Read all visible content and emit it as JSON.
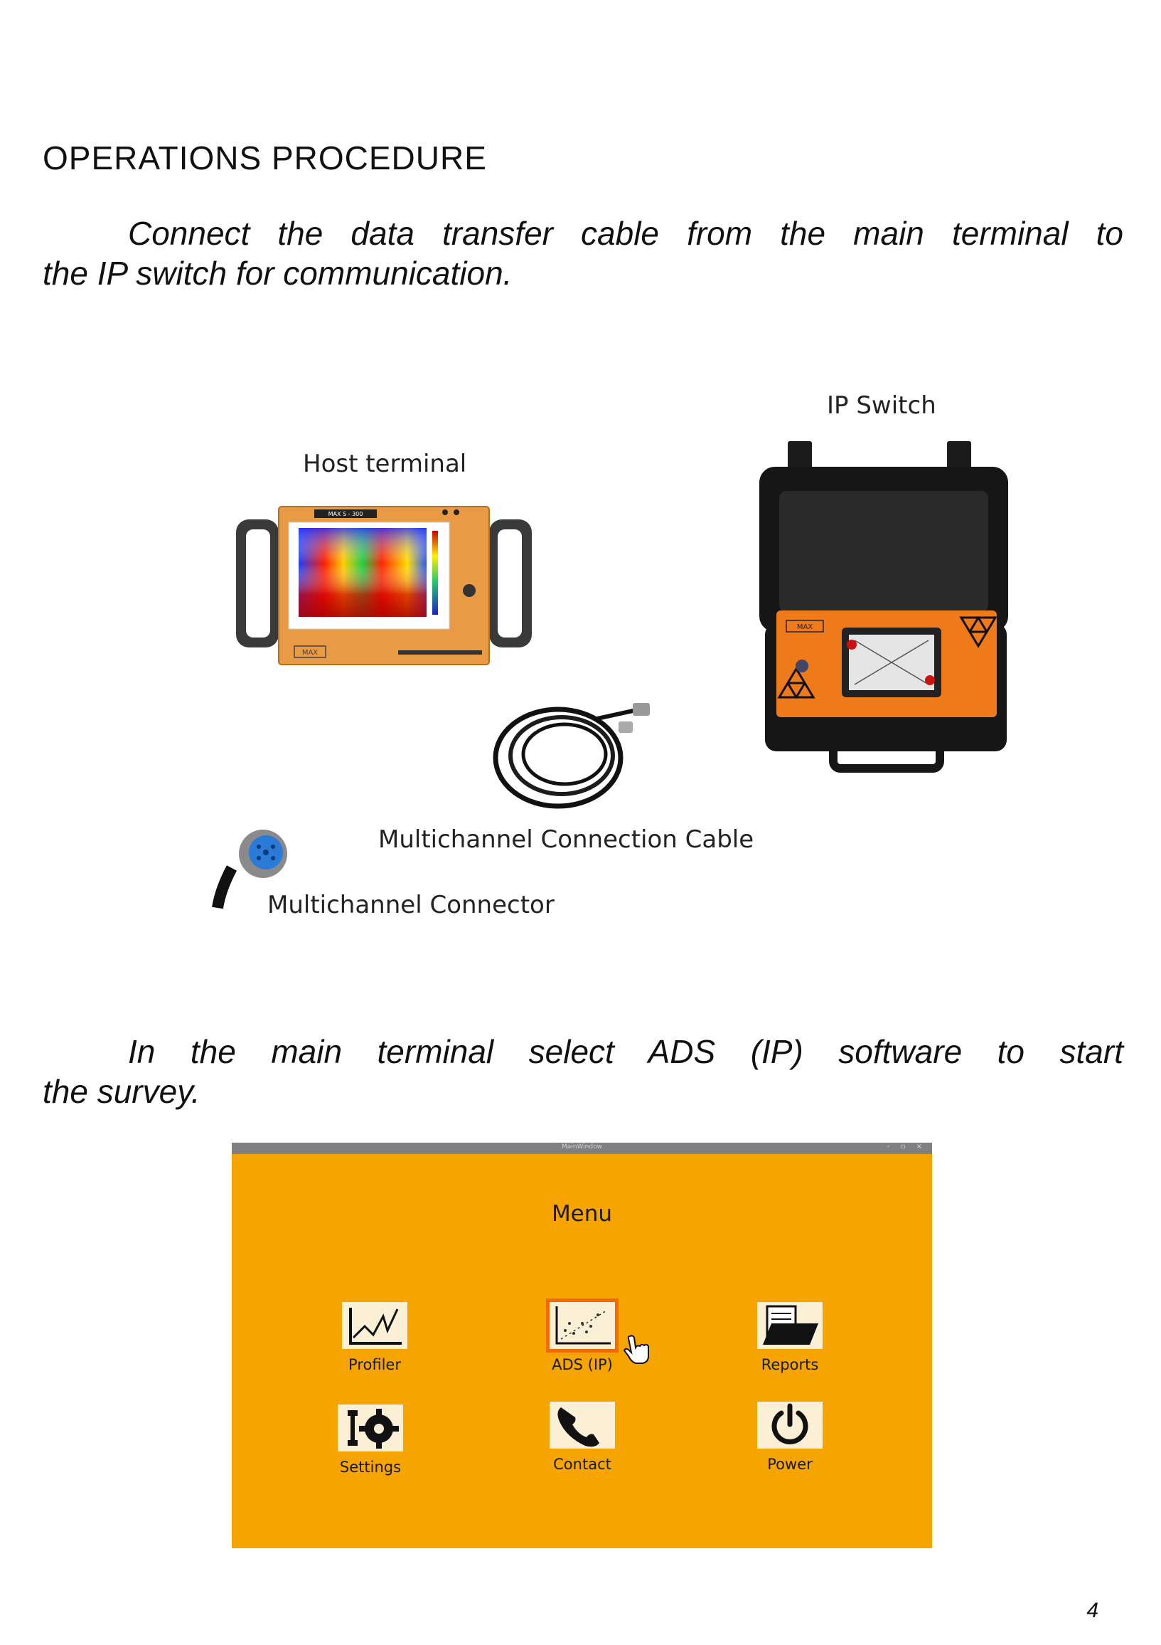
{
  "heading": "OPERATIONS  PROCEDURE",
  "para1": {
    "line1": "Connect the data transfer cable from the main terminal to",
    "line2": "the IP switch for communication."
  },
  "captions": {
    "ip_switch": "IP Switch",
    "host_terminal": "Host terminal",
    "cable": "Multichannel Connection Cable",
    "connector": "Multichannel Connector"
  },
  "device_labels": {
    "host_model": "MAX S - 300",
    "brand": "MAX"
  },
  "para2": {
    "line1": "In the main terminal select ADS (IP) software to start",
    "line2": "the survey."
  },
  "menu": {
    "window_title": "MainWindow",
    "window_controls": "- ▫ ×",
    "title": "Menu",
    "items": [
      {
        "label": "Profiler",
        "icon": "line-chart-icon"
      },
      {
        "label": "ADS (IP)",
        "icon": "scatter-plot-icon"
      },
      {
        "label": "Reports",
        "icon": "folder-documents-icon"
      },
      {
        "label": "Settings",
        "icon": "gear-wrench-icon"
      },
      {
        "label": "Contact",
        "icon": "phone-icon"
      },
      {
        "label": "Power",
        "icon": "power-icon"
      }
    ],
    "accent": "#f6a500",
    "highlight": "#f26a00"
  },
  "page_number": "4"
}
